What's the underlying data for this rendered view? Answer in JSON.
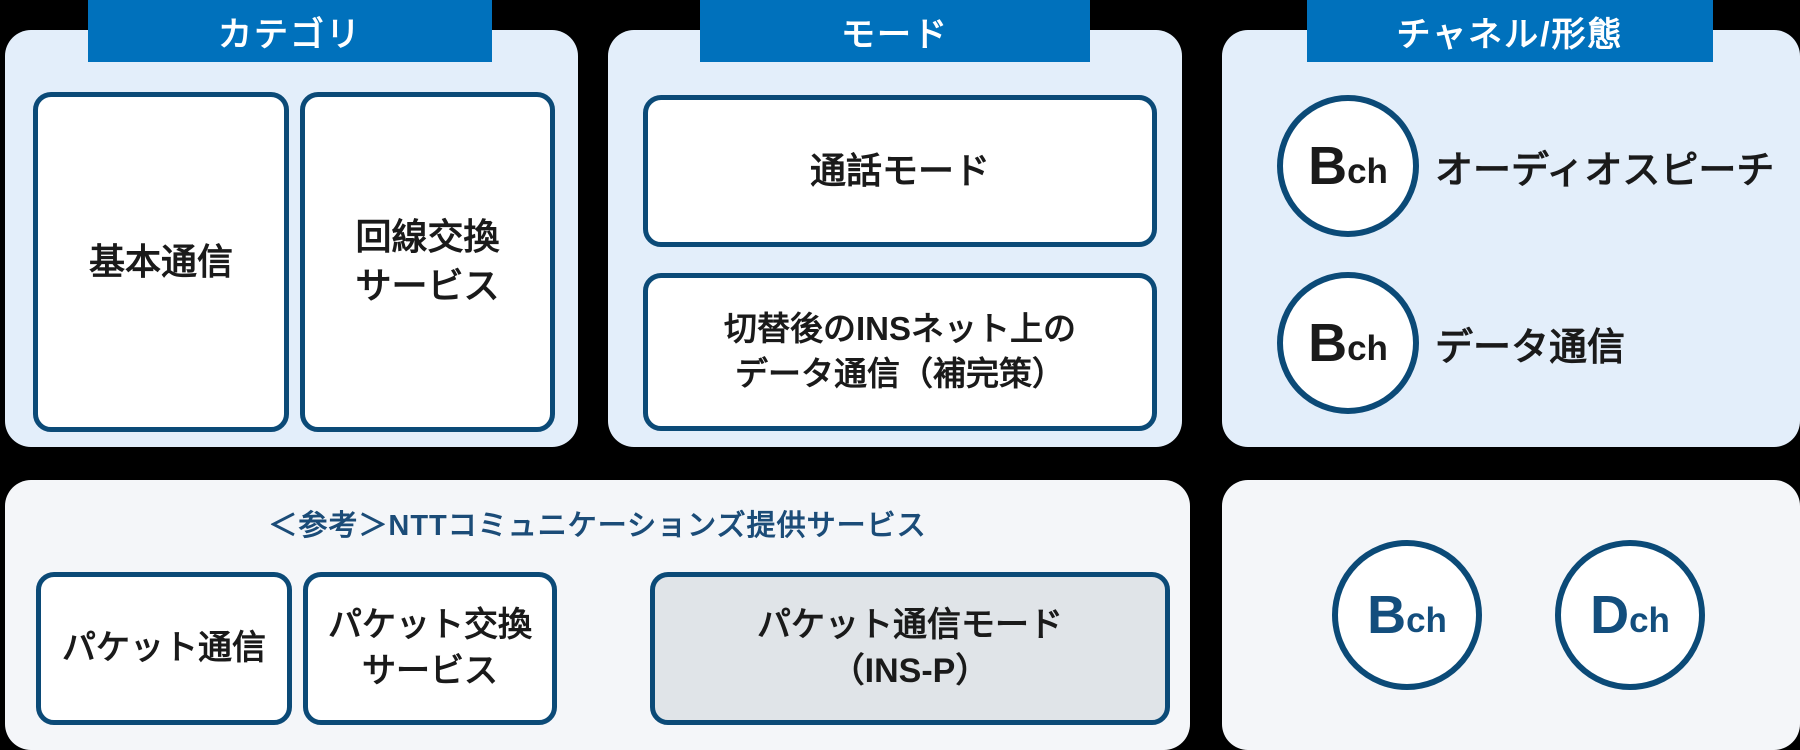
{
  "colors": {
    "background": "#000000",
    "header_blue": "#0071bc",
    "panel_light_blue": "#e3eefa",
    "panel_off_white": "#f4f6f9",
    "border_navy": "#0b4a77",
    "gray_box_fill": "#e0e4e8",
    "reference_text_navy": "#1b4c78",
    "channel_text_navy": "#134e7d",
    "text_black": "#1a1a1a"
  },
  "top_row": {
    "category_panel": {
      "header": "カテゴリ",
      "boxes": [
        {
          "label": "基本通信"
        },
        {
          "label": "回線交換\nサービス"
        }
      ]
    },
    "mode_panel": {
      "header": "モード",
      "boxes": [
        {
          "label": "通話モード"
        },
        {
          "label": "切替後のINSネット上の\nデータ通信（補完策）"
        }
      ]
    },
    "channel_panel": {
      "header": "チャネル/形態",
      "items": [
        {
          "channel_letter": "B",
          "channel_suffix": "ch",
          "label": "オーディオスピーチ"
        },
        {
          "channel_letter": "B",
          "channel_suffix": "ch",
          "label": "データ通信"
        }
      ]
    }
  },
  "bottom_row": {
    "reference_panel": {
      "title": "＜参考＞NTTコミュニケーションズ提供サービス",
      "boxes": [
        {
          "label": "パケット通信"
        },
        {
          "label": "パケット交換\nサービス"
        }
      ],
      "mode_box": {
        "label": "パケット通信モード\n（INS-P）"
      }
    },
    "channel_panel": {
      "items": [
        {
          "channel_letter": "B",
          "channel_suffix": "ch"
        },
        {
          "channel_letter": "D",
          "channel_suffix": "ch"
        }
      ]
    }
  }
}
